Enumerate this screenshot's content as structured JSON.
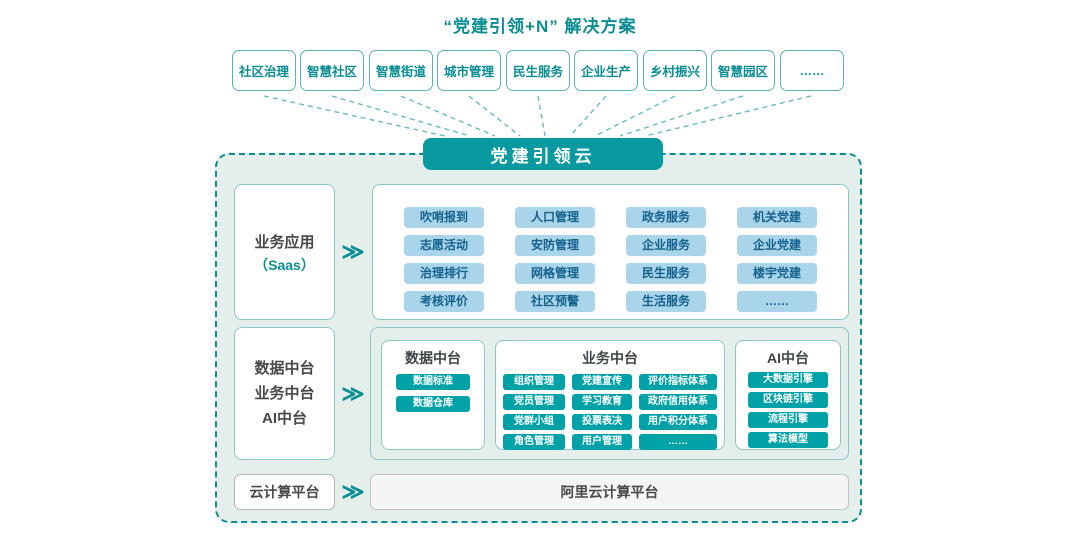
{
  "title": "“党建引领+N” 解决方案",
  "top_row": {
    "items": [
      "社区治理",
      "智慧社区",
      "智慧街道",
      "城市管理",
      "民生服务",
      "企业生产",
      "乡村振兴",
      "智慧园区",
      "……"
    ]
  },
  "cloud": {
    "label": "党建引领云"
  },
  "arrows": {
    "glyph": "≫"
  },
  "saas_layer": {
    "label_line1": "业务应用",
    "label_line2": "（Saas）",
    "buttons": [
      "吹哨报到",
      "人口管理",
      "政务服务",
      "机关党建",
      "志愿活动",
      "安防管理",
      "企业服务",
      "企业党建",
      "治理排行",
      "网格管理",
      "民生服务",
      "楼宇党建",
      "考核评价",
      "社区预警",
      "生活服务",
      "……"
    ]
  },
  "middle_layer": {
    "label_lines": [
      "数据中台",
      "业务中台",
      "AI中台"
    ],
    "data_platform": {
      "title": "数据中台",
      "buttons": [
        "数据标准",
        "数据仓库"
      ]
    },
    "business_platform": {
      "title": "业务中台",
      "buttons": [
        "组织管理",
        "党建宣传",
        "评价指标体系",
        "党员管理",
        "学习教育",
        "政府信用体系",
        "党群小组",
        "投票表决",
        "用户积分体系",
        "角色管理",
        "用户管理",
        "……"
      ]
    },
    "ai_platform": {
      "title": "AI中台",
      "buttons": [
        "大数据引擎",
        "区块链引擎",
        "流程引擎",
        "算法模型"
      ]
    }
  },
  "iaas_layer": {
    "label": "云计算平台",
    "platform": "阿里云计算平台"
  },
  "colors": {
    "teal_primary": "#0b8d93",
    "teal_fill": "#089aa0",
    "teal_mini_button": "#00a2a8",
    "light_blue_button_bg": "#a9d4e9",
    "light_blue_button_text": "#14618d",
    "container_bg": "#e4efec",
    "dark_text": "#45494b",
    "gray_border": "#b5b5b5",
    "light_gray_bg": "#f5f5f5"
  }
}
